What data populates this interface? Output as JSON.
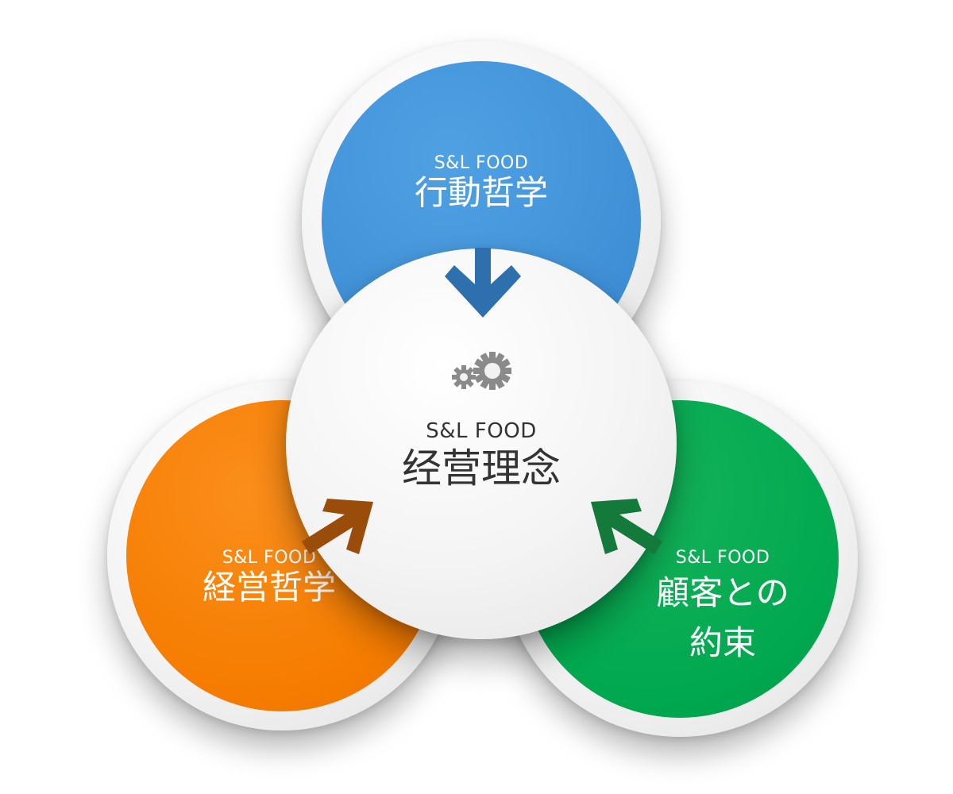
{
  "diagram": {
    "center": {
      "brand": "S&L FOOD",
      "title": "经营理念",
      "icon": "gears-icon",
      "color": "#333333"
    },
    "top": {
      "brand": "S&L FOOD",
      "title": "行動哲学",
      "color": "#3f8fd6"
    },
    "left": {
      "brand": "S&L FOOD",
      "title": "経営哲学",
      "color": "#f57c00"
    },
    "right": {
      "brand": "S&L FOOD",
      "title_line1": "顧客との",
      "title_line2": "約束",
      "color": "#00a84f"
    }
  }
}
